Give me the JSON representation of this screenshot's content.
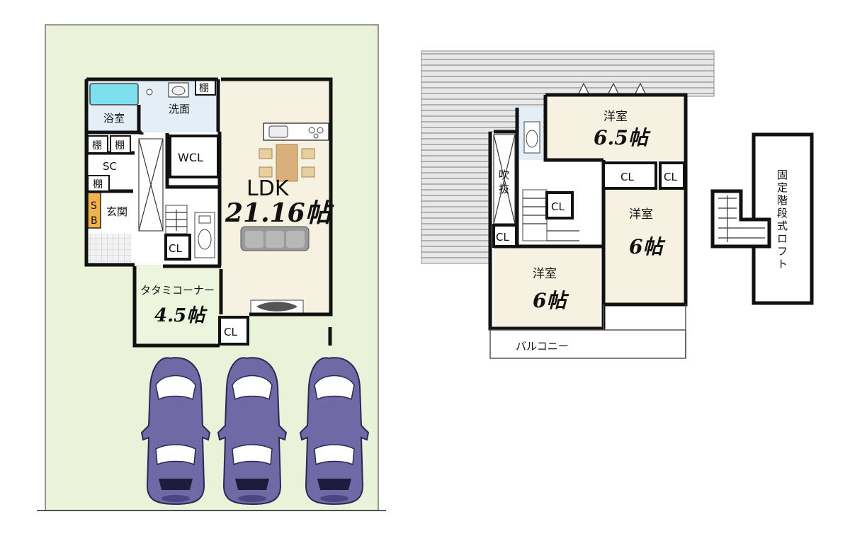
{
  "ground_floor": {
    "bath": "浴室",
    "washroom": "洗面",
    "shelf_top": "棚",
    "shelf_a": "棚",
    "shelf_b": "棚",
    "shelf_c": "棚",
    "sc": "SC",
    "sb_s": "S",
    "sb_b": "B",
    "entrance": "玄関",
    "wcl": "WCL",
    "ldk": "LDK",
    "ldk_size": "21.16帖",
    "cl_stairs": "CL",
    "cl_tatami": "CL",
    "tatami": "タタミコーナー",
    "tatami_size": "4.5帖"
  },
  "upper_floor": {
    "room1": "洋室",
    "room1_size": "6.5帖",
    "cl_a": "CL",
    "cl_b": "CL",
    "cl_stairs": "CL",
    "cl_void": "CL",
    "void_1": "吹",
    "void_2": "抜",
    "room2": "洋室",
    "room2_size": "6帖",
    "room3": "洋室",
    "room3_size": "6帖",
    "balcony": "バルコニー"
  },
  "loft": {
    "label_chars": [
      "固",
      "定",
      "階",
      "段",
      "式",
      "ロ",
      "フ",
      "ト"
    ]
  },
  "colors": {
    "lot": "#ebf2da",
    "wet_area": "#e3eef7",
    "tatami": "#eef5de",
    "wood_floor": "#f7f1e1",
    "car": "#6f6aa6",
    "roof": "#e0e0e0",
    "bathtub": "#7ee0ee",
    "sb_door": "#f0b24a"
  },
  "icons": [
    "car-icon",
    "bathtub-icon",
    "toilet-icon",
    "sink-icon",
    "kitchen-icon",
    "dining-set-icon",
    "sofa-icon",
    "tv-board-icon"
  ]
}
